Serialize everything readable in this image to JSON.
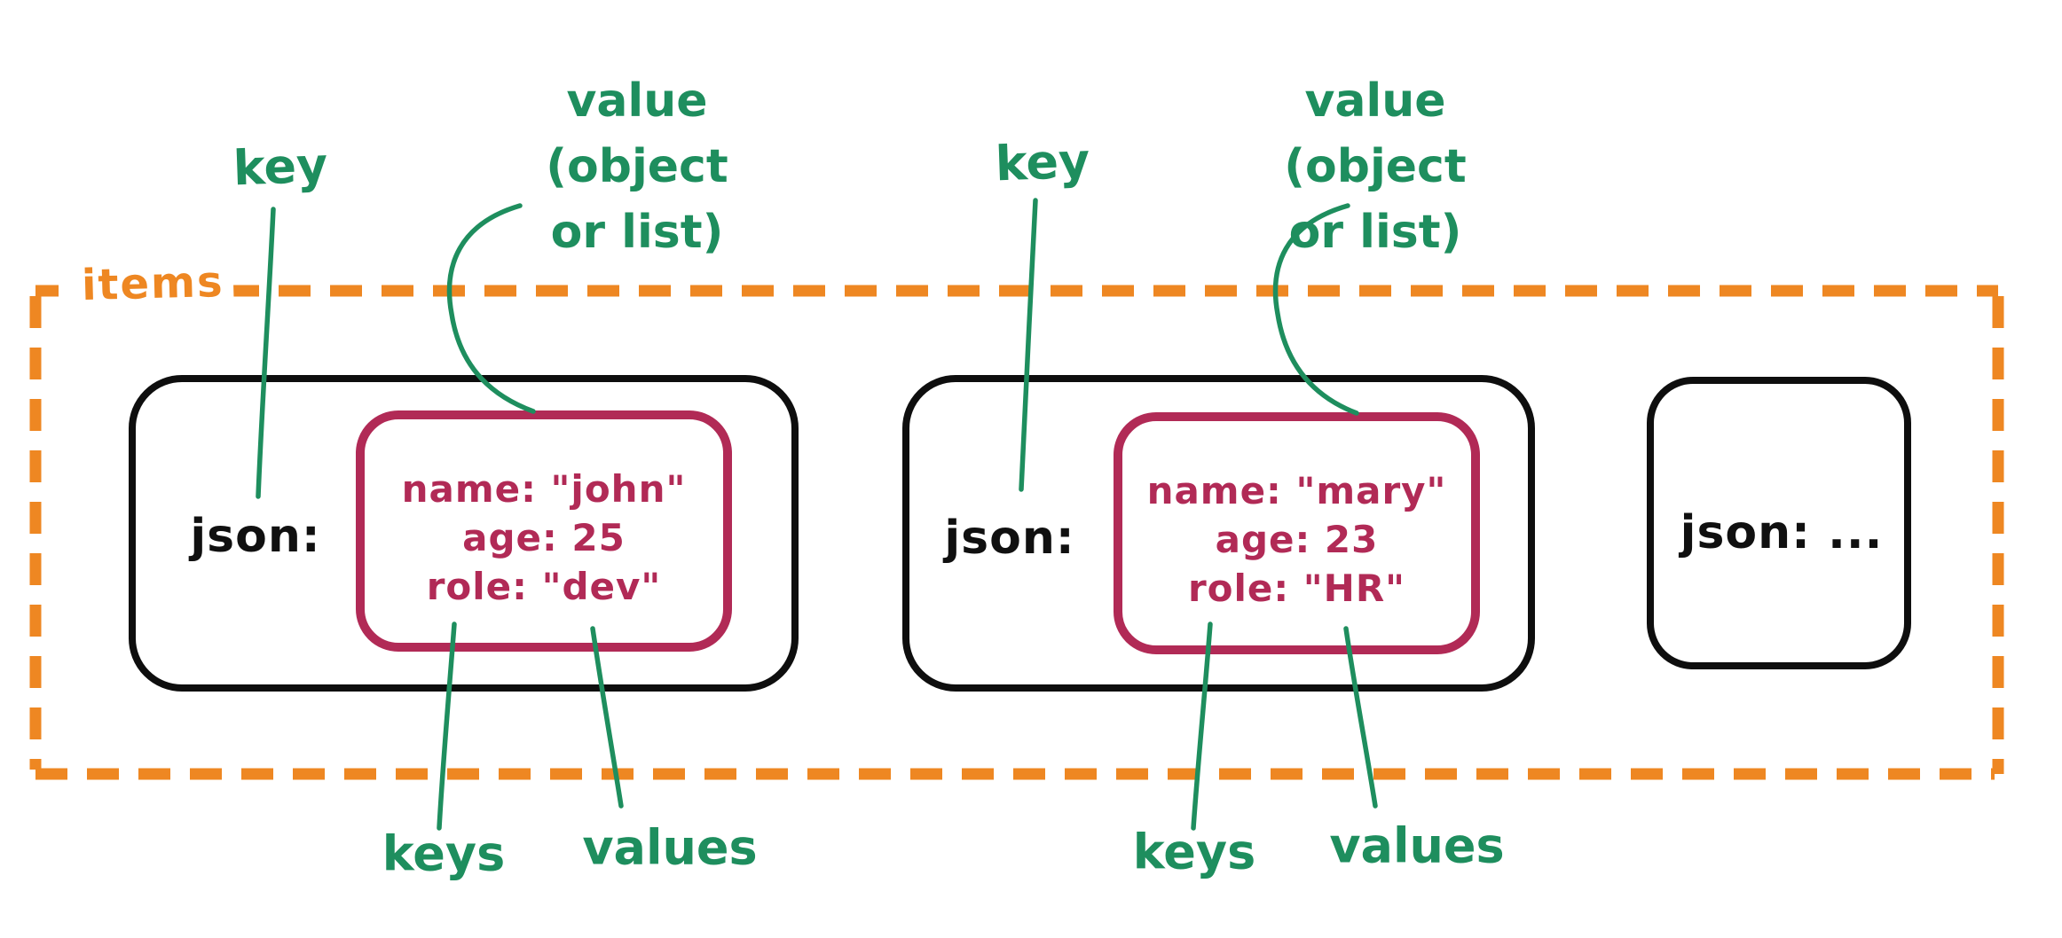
{
  "diagram": {
    "title_hint": "hand-drawn diagram of a JSON items list",
    "items_label": "items",
    "colors": {
      "container_border_orange": "#ee8722",
      "annotation_green": "#1e8e5e",
      "object_crimson": "#b12a56",
      "card_black": "#0e0e0e",
      "background": "#ffffff"
    },
    "annotations": {
      "key_labels": [
        "key",
        "key"
      ],
      "value_labels": [
        [
          "value",
          "(object",
          "or list)"
        ],
        [
          "value",
          "(object",
          "or list)"
        ]
      ],
      "keys_labels": [
        "keys",
        "keys"
      ],
      "values_labels": [
        "values",
        "values"
      ]
    },
    "cards": [
      {
        "key_label": "json:",
        "object_lines": [
          "name: \"john\"",
          "age: 25",
          "role: \"dev\""
        ]
      },
      {
        "key_label": "json:",
        "object_lines": [
          "name: \"mary\"",
          "age: 23",
          "role: \"HR\""
        ]
      },
      {
        "key_label": "json: ..."
      }
    ]
  }
}
